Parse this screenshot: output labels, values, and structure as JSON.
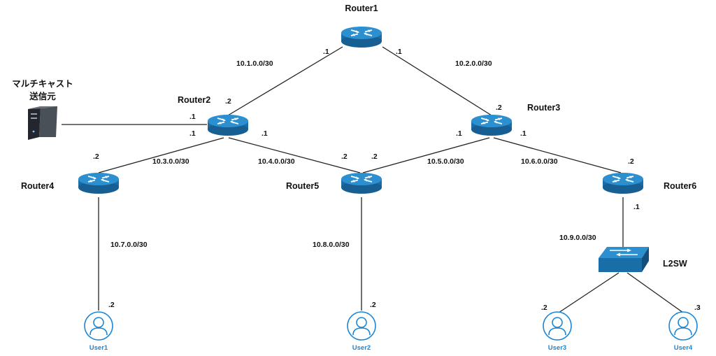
{
  "diagram": {
    "routers": {
      "r1": "Router1",
      "r2": "Router2",
      "r3": "Router3",
      "r4": "Router4",
      "r5": "Router5",
      "r6": "Router6"
    },
    "switch": "L2SW",
    "source": {
      "line1": "マルチキャスト",
      "line2": "送信元"
    },
    "users": {
      "u1": "User1",
      "u2": "User2",
      "u3": "User3",
      "u4": "User4"
    },
    "networks": {
      "n1": "10.1.0.0/30",
      "n2": "10.2.0.0/30",
      "n3": "10.3.0.0/30",
      "n4": "10.4.0.0/30",
      "n5": "10.5.0.0/30",
      "n6": "10.6.0.0/30",
      "n7": "10.7.0.0/30",
      "n8": "10.8.0.0/30",
      "n9": "10.9.0.0/30"
    },
    "addresses": {
      "r1_n1": ".1",
      "r1_n2": ".1",
      "r2_n1": ".2",
      "r2_src": ".1",
      "r2_n3": ".1",
      "r2_n4": ".1",
      "r3_n2": ".2",
      "r3_n5": ".1",
      "r3_n6": ".1",
      "r4_n3": ".2",
      "r5_n4": ".2",
      "r5_n5": ".2",
      "r6_n6": ".2",
      "r6_n9": ".1",
      "u1": ".2",
      "u2": ".2",
      "u3": ".2",
      "u4": ".3"
    },
    "colors": {
      "router": "#1a6ea8",
      "router_top": "#2c8fd0",
      "user": "#1b86d6",
      "link": "#222222",
      "server": "#2b2f36"
    },
    "icons": {
      "router": "router-icon",
      "switch": "switch-icon",
      "server": "server-icon",
      "user": "user-icon"
    }
  }
}
